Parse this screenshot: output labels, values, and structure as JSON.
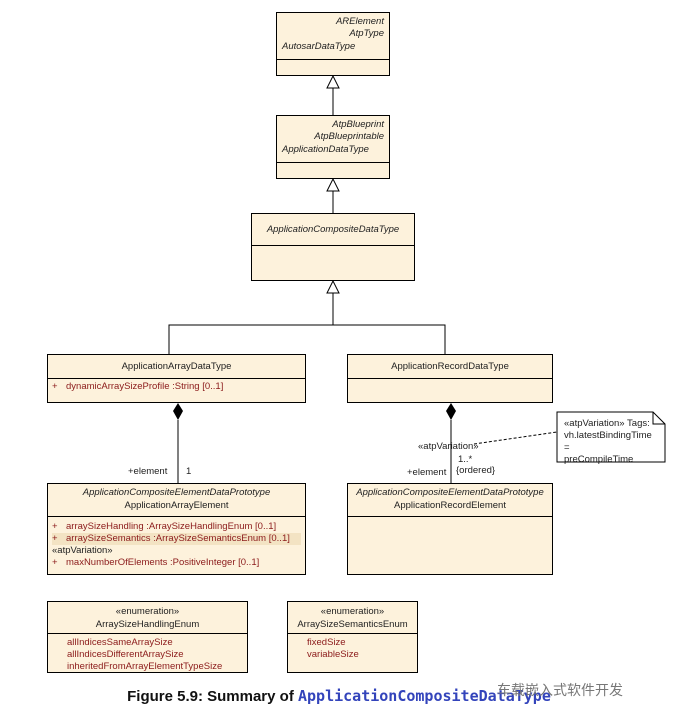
{
  "classes": {
    "ar_element": {
      "stereotypes": [
        "ARElement",
        "AtpType"
      ],
      "name": "AutosarDataType"
    },
    "app_data_type": {
      "stereotypes": [
        "AtpBlueprint",
        "AtpBlueprintable"
      ],
      "name": "ApplicationDataType"
    },
    "app_composite": {
      "name": "ApplicationCompositeDataType"
    },
    "app_array": {
      "name": "ApplicationArrayDataType",
      "attributes": [
        {
          "vis": "+",
          "text": "dynamicArraySizeProfile  :String [0..1]"
        }
      ]
    },
    "app_record": {
      "name": "ApplicationRecordDataType"
    },
    "app_array_element": {
      "stereotype": "ApplicationCompositeElementDataPrototype",
      "name": "ApplicationArrayElement",
      "attributes": [
        {
          "vis": "+",
          "text": "arraySizeHandling  :ArraySizeHandlingEnum [0..1]"
        },
        {
          "vis": "+",
          "text": "arraySizeSemantics  :ArraySizeSemanticsEnum [0..1]"
        }
      ],
      "variation_label": "«atpVariation»",
      "variation_attr": {
        "vis": "+",
        "text": "maxNumberOfElements  :PositiveInteger [0..1]"
      }
    },
    "app_record_element": {
      "stereotype": "ApplicationCompositeElementDataPrototype",
      "name": "ApplicationRecordElement"
    },
    "size_handling_enum": {
      "stereotype": "«enumeration»",
      "name": "ArraySizeHandlingEnum",
      "literals": [
        "allIndicesSameArraySize",
        "allIndicesDifferentArraySize",
        "inheritedFromArrayElementTypeSize"
      ]
    },
    "size_semantics_enum": {
      "stereotype": "«enumeration»",
      "name": "ArraySizeSemanticsEnum",
      "literals": [
        "fixedSize",
        "variableSize"
      ]
    }
  },
  "associations": {
    "array": {
      "role": "+element",
      "multiplicity": "1"
    },
    "record": {
      "variation": "«atpVariation»",
      "multiplicity": "1..*",
      "ordered": "{ordered}",
      "role": "+element"
    }
  },
  "note": {
    "lines": [
      "«atpVariation» Tags:",
      "vh.latestBindingTime =",
      "preCompileTime"
    ]
  },
  "caption": {
    "prefix": "Figure 5.9: Summary of",
    "code": "ApplicationCompositeDataType"
  },
  "watermark": "车载嵌入式软件开发"
}
